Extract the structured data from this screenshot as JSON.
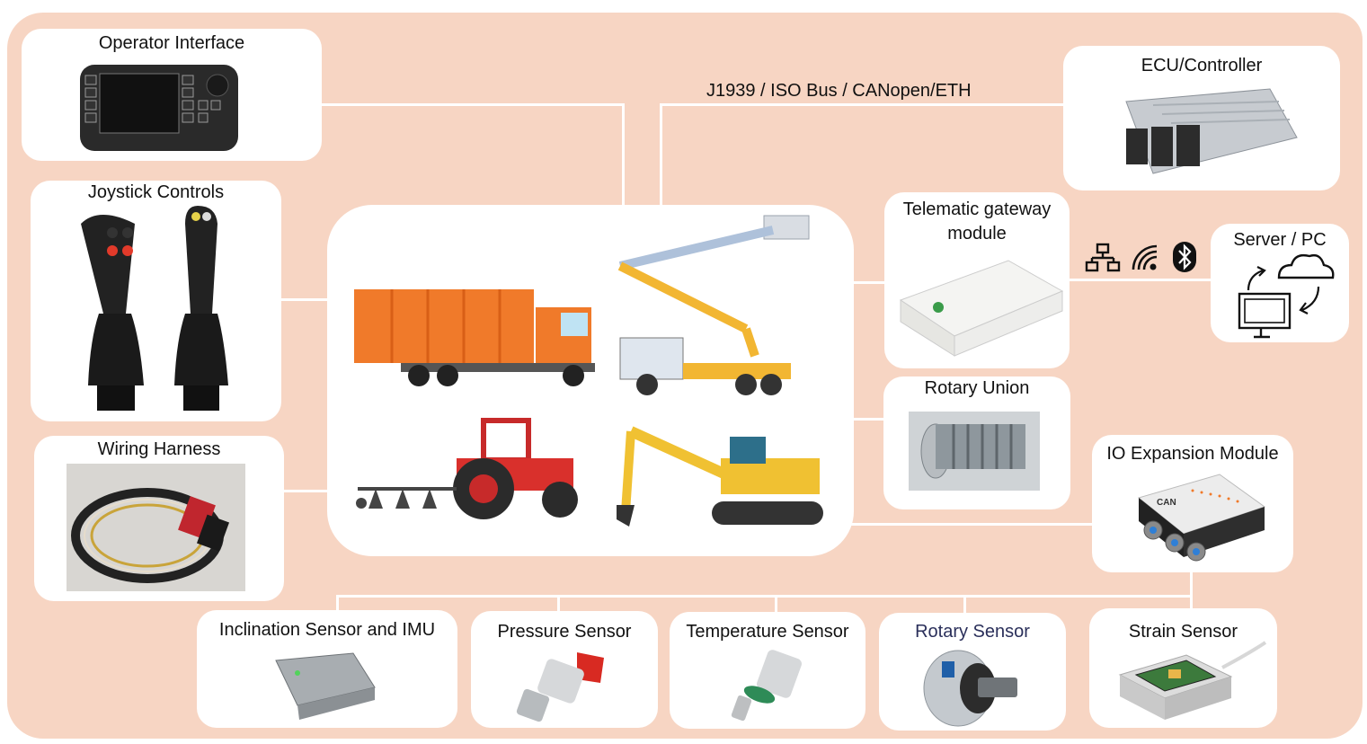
{
  "diagram": {
    "bus_label": "J1939 / ISO Bus / CANopen/ETH",
    "colors": {
      "background": "#f7d5c3",
      "card": "#ffffff",
      "connector": "#ffffff",
      "text": "#111111",
      "rotary_title": "#2a2f5a"
    },
    "center": {
      "vehicles": [
        "garbage-truck",
        "bucket-truck",
        "tractor-with-plow",
        "excavator"
      ]
    },
    "nodes": {
      "operator_interface": {
        "title": "Operator Interface",
        "image": "display-terminal"
      },
      "joystick_controls": {
        "title": "Joystick Controls",
        "image": "joysticks"
      },
      "wiring_harness": {
        "title": "Wiring Harness",
        "image": "cable-harness"
      },
      "ecu": {
        "title": "ECU/Controller",
        "image": "ecu-module"
      },
      "telematic": {
        "title_line1": "Telematic gateway",
        "title_line2": "module",
        "image": "gateway-module"
      },
      "server_pc": {
        "title": "Server / PC",
        "icons": [
          "monitor-icon",
          "cloud-icon",
          "sync-arrows-icon"
        ]
      },
      "rotary_union": {
        "title": "Rotary Union",
        "image": "rotary-union"
      },
      "io_expansion": {
        "title": "IO Expansion Module",
        "image": "io-box",
        "brand_text": "CAN"
      },
      "inclination": {
        "title": "Inclination Sensor and IMU",
        "image": "inclination-sensor"
      },
      "pressure": {
        "title": "Pressure Sensor",
        "image": "pressure-sensor"
      },
      "temperature": {
        "title": "Temperature Sensor",
        "image": "temperature-sensor"
      },
      "rotary_sensor": {
        "title": "Rotary Sensor",
        "image": "rotary-encoder"
      },
      "strain": {
        "title": "Strain Sensor",
        "image": "strain-sensor"
      }
    },
    "connectivity_icons": [
      "ethernet-network-icon",
      "wifi-icon",
      "bluetooth-icon"
    ]
  }
}
